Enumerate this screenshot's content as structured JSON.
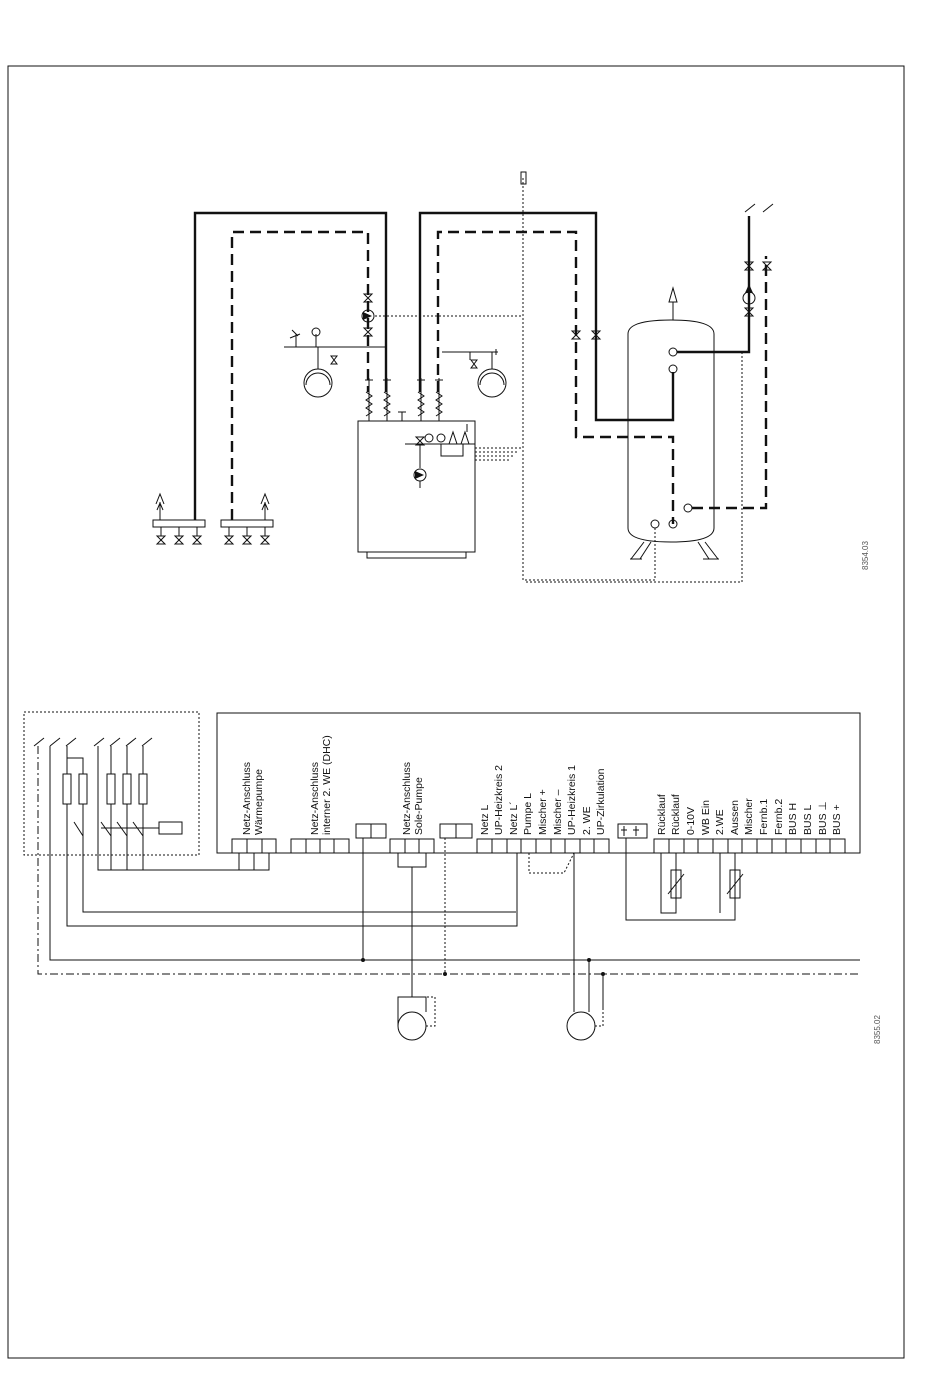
{
  "drawing_numbers": {
    "hydraulic": "8354.03",
    "electrical": "8355.02"
  },
  "terminal_labels": {
    "heatpump_supply": [
      "Netz-Anschluss",
      "Wärmepumpe"
    ],
    "internal_second_heater": [
      "Netz-Anschluss",
      "interner 2. WE (DHC)"
    ],
    "brine_pump_supply": [
      "Netz-Anschluss",
      "Sole-Pumpe"
    ],
    "block_a": [
      "Netz L",
      "UP-Heizkreis 2",
      "Netz L´",
      "Pumpe L",
      "Mischer +",
      "Mischer –",
      "UP-Heizkreis 1",
      "2. WE",
      "UP-Zirkulation"
    ],
    "block_b": [
      "Rücklauf",
      "Rücklauf",
      "0-10V",
      "WB Ein",
      "2.WE",
      "Aussen",
      "Mischer",
      "Fernb.1",
      "Fernb.2",
      "BUS H",
      "BUS L",
      "BUS ⊥",
      "BUS +"
    ]
  }
}
